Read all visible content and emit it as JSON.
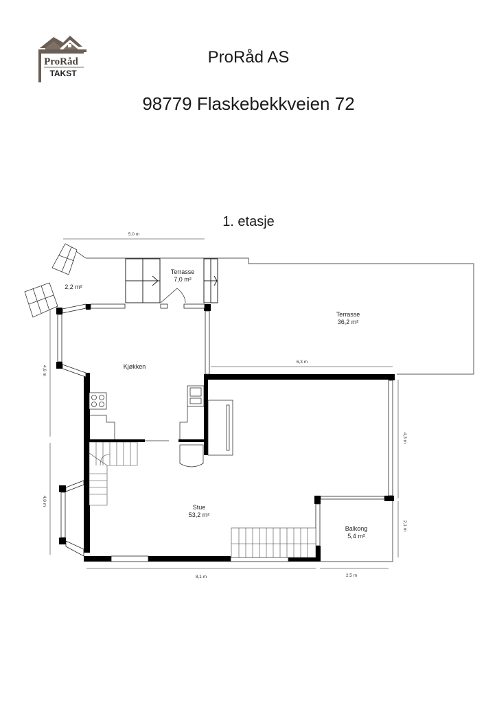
{
  "header": {
    "logo": {
      "top_text": "ProRåd",
      "bottom_text": "TAKST",
      "icon": "house-logo-icon",
      "color": "#6b5f55"
    },
    "company": "ProRåd AS",
    "address": "98779 Flaskebekkveien 72"
  },
  "floor": {
    "title": "1. etasje",
    "rooms": [
      {
        "id": "entry-step",
        "name": "",
        "area": "2,2 m²"
      },
      {
        "id": "terrasse-small",
        "name": "Terrasse",
        "area": "7,0 m²"
      },
      {
        "id": "terrasse-large",
        "name": "Terrasse",
        "area": "36,2 m²"
      },
      {
        "id": "kjokken",
        "name": "Kjøkken",
        "area": ""
      },
      {
        "id": "stue",
        "name": "Stue",
        "area": "53,2 m²"
      },
      {
        "id": "balkong",
        "name": "Balkong",
        "area": "5,4 m²"
      }
    ],
    "dimensions": {
      "top_width": "5.0 m",
      "terrace_width": "6,3 m",
      "left_upper": "4,6 m",
      "left_lower": "4,0 m",
      "right_upper": "4,3 m",
      "right_lower": "2,1 m",
      "bottom_main": "8,1 m",
      "bottom_balcony": "2,5 m"
    }
  },
  "colors": {
    "wall": "#000000",
    "thin_line": "#555555",
    "dim_line": "#666666",
    "text": "#1a1a1a"
  }
}
